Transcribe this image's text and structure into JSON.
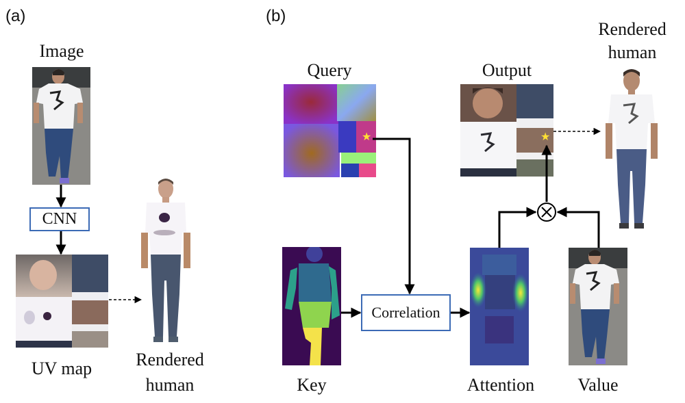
{
  "panels": {
    "a": {
      "label": "(a)",
      "image_title": "Image",
      "network_label": "CNN",
      "uv_title": "UV map",
      "rendered_title_line1": "Rendered",
      "rendered_title_line2": "human"
    },
    "b": {
      "label": "(b)",
      "query_title": "Query",
      "key_title": "Key",
      "correlation_label": "Correlation",
      "attention_title": "Attention",
      "value_title": "Value",
      "output_title": "Output",
      "multiply_symbol": "⊗",
      "star_symbol": "★",
      "rendered_title_line1": "Rendered",
      "rendered_title_line2": "human"
    }
  },
  "colors": {
    "box_border": "#3b6ab5",
    "star": "#ffe033",
    "arrow": "#000000"
  }
}
